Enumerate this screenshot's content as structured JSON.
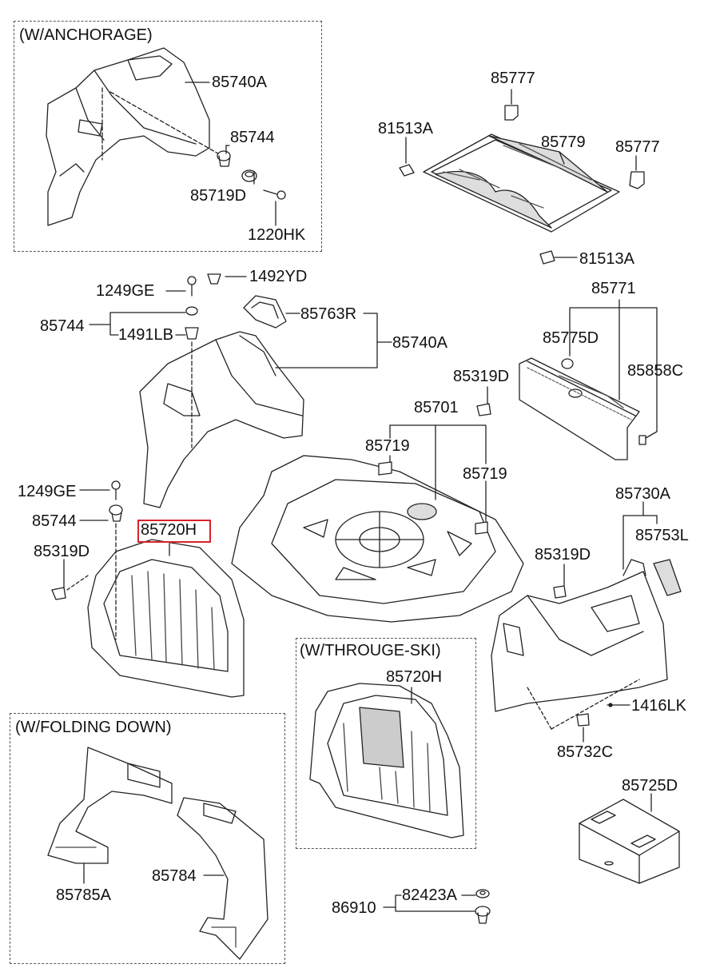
{
  "groups": {
    "anchorage": "(W/ANCHORAGE)",
    "folding_down": "(W/FOLDING DOWN)",
    "througe_ski": "(W/THROUGE-SKI)"
  },
  "labels": {
    "p85740A_top": "85740A",
    "p85744_top": "85744",
    "p85719D": "85719D",
    "p1220HK": "1220HK",
    "p85777_a": "85777",
    "p81513A_a": "81513A",
    "p85779": "85779",
    "p85777_b": "85777",
    "p81513A_b": "81513A",
    "p1249GE_a": "1249GE",
    "p1492YD": "1492YD",
    "p85744_mid": "85744",
    "p1491LB": "1491LB",
    "p85763R": "85763R",
    "p85740A_mid": "85740A",
    "p85771": "85771",
    "p85775D": "85775D",
    "p85319D_a": "85319D",
    "p85858C": "85858C",
    "p85701": "85701",
    "p85719_a": "85719",
    "p85719_b": "85719",
    "p1249GE_b": "1249GE",
    "p85744_low": "85744",
    "p85720H_sel": "85720H",
    "p85319D_b": "85319D",
    "p85730A": "85730A",
    "p85753L": "85753L",
    "p85319D_c": "85319D",
    "p1416LK": "1416LK",
    "p85732C": "85732C",
    "p85720H_b": "85720H",
    "p85725D": "85725D",
    "p85785A": "85785A",
    "p85784": "85784",
    "p86910": "86910",
    "p82423A": "82423A"
  },
  "highlight_color": "#d9232a"
}
